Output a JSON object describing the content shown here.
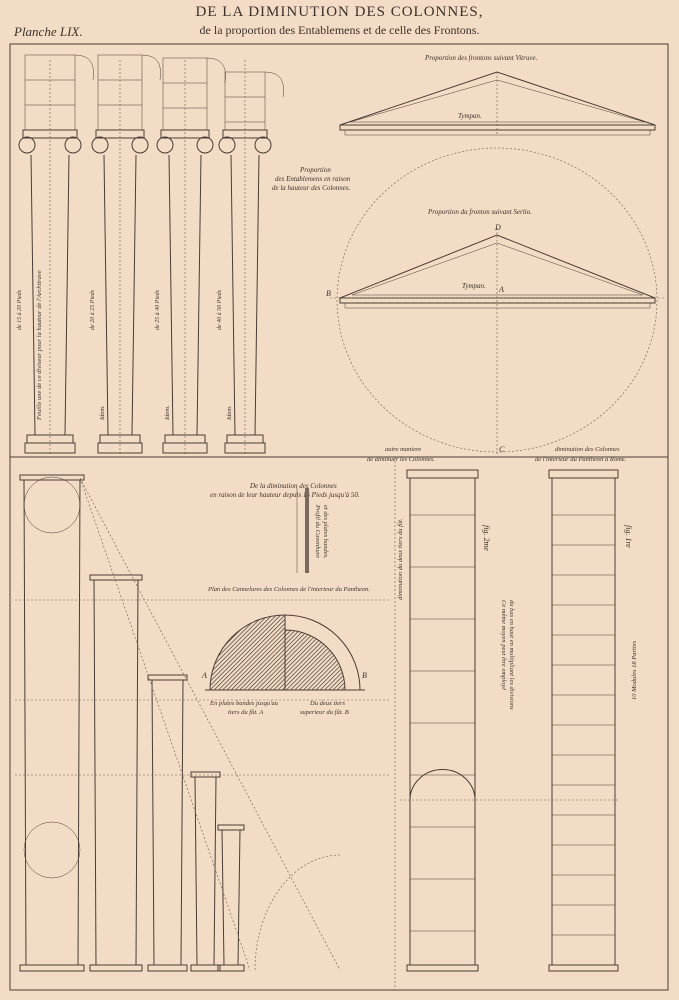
{
  "header": {
    "title": "DE LA DIMINUTION DES COLONNES,",
    "subtitle": "de la proportion des Entablemens et de celle des Frontons.",
    "plate": "Planche LIX."
  },
  "top_left": {
    "entablature_caption": [
      "Proportion",
      "des Entablemens en raison",
      "de la hauteur des Colonnes."
    ],
    "column_texts": [
      "Feuille une de ce diviseur pour la hauteur de l'Architrave",
      "Idem.",
      "Idem.",
      "Idem."
    ],
    "column_heights": [
      "de 15 à 20 Pieds",
      "de 20 à 25 Pieds",
      "de 25 à 40 Pieds",
      "de 40 à 50 Pieds"
    ]
  },
  "pediment_vitruve": {
    "caption": "Proportion des frontons suivant Vitruve.",
    "tympan": "Tympan."
  },
  "pediment_serlio": {
    "caption": "Proportion du fronton suivant Serlio.",
    "tympan": "Tympan.",
    "points": [
      "A",
      "B",
      "C",
      "D"
    ]
  },
  "bottom_left": {
    "caption": [
      "De la diminution des Colonnes",
      "en raison de leur hauteur depuis 15 Pieds jusqu'à 50."
    ],
    "profile_caption": [
      "Profil du Cavenhure",
      "et des plates bandes."
    ],
    "plan_caption": "Plan des Cannelures des Colonnes de l'interieur du Pantheon.",
    "note_a": [
      "En plates bandes jusqu'au",
      "tiers du fût. A"
    ],
    "note_b": [
      "Du deux tiers",
      "superieur du fût. B"
    ],
    "letters": [
      "A",
      "B"
    ]
  },
  "bottom_right": {
    "caption_left": [
      "autre maniere",
      "de diminuer les Colonnes."
    ],
    "caption_right": [
      "diminution des Colonnes",
      "de l'interieur du Pantheon à Rome."
    ],
    "fig2": "fig. 2me",
    "fig1": "fig. 1re",
    "side_text": [
      "Ce même moyen peut être employé",
      "du bas en haut en multipliant les divisions"
    ],
    "shaft_text": "diminution du deux tiers du fût.",
    "fig1_text": "10 Modules 18 Parties"
  }
}
